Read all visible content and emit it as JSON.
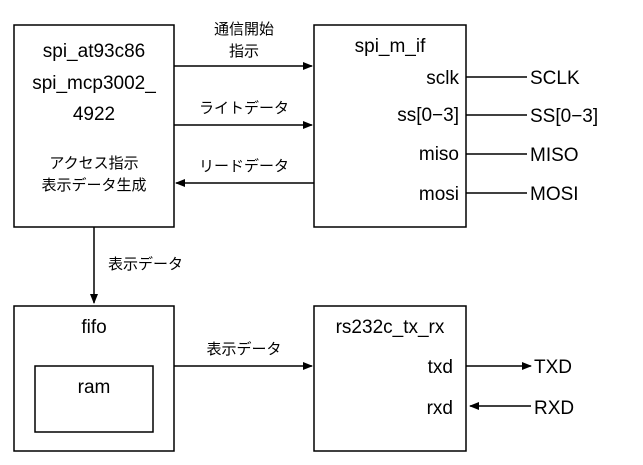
{
  "controller": {
    "line1": "spi_at93c86",
    "line2": "spi_mcp3002_",
    "line3": "4922",
    "desc1": "アクセス指示",
    "desc2": "表示データ生成"
  },
  "spi_if": {
    "title": "spi_m_if",
    "ports": [
      "sclk",
      "ss[0−3]",
      "miso",
      "mosi"
    ]
  },
  "spi_pins": [
    "SCLK",
    "SS[0−3]",
    "MISO",
    "MOSI"
  ],
  "fifo": {
    "title": "fifo",
    "ram": "ram"
  },
  "uart": {
    "title": "rs232c_tx_rx",
    "ports": [
      "txd",
      "rxd"
    ]
  },
  "uart_pins": [
    "TXD",
    "RXD"
  ],
  "signals": {
    "comm_start_1": "通信開始",
    "comm_start_2": "指示",
    "write_data": "ライトデータ",
    "read_data": "リードデータ",
    "display_data_v": "表示データ",
    "display_data_h": "表示データ"
  }
}
